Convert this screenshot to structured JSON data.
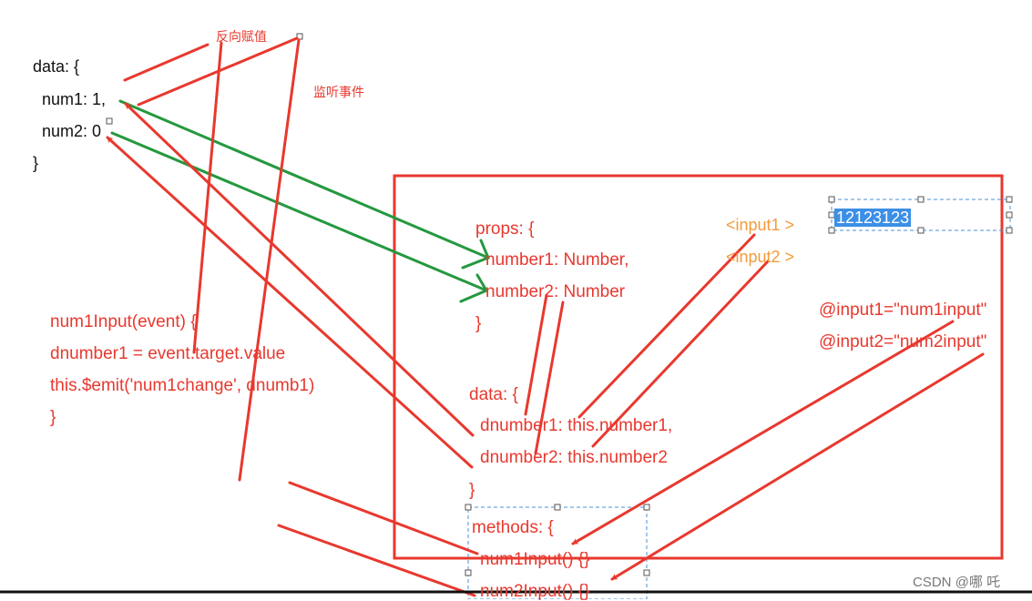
{
  "parent": {
    "lines": [
      "data: {",
      "num1: 1,",
      "num2: 0",
      "}"
    ]
  },
  "annotations": {
    "reverse_assign": "反向赋值",
    "listen_event": "监听事件"
  },
  "handler": {
    "lines": [
      "num1Input(event) {",
      "dnumber1 = event.target.value",
      "this.$emit('num1change', dnumb1)",
      "}"
    ]
  },
  "child": {
    "props": [
      "props: {",
      "number1: Number,",
      "number2: Number",
      "}"
    ],
    "data": [
      "data: {",
      "dnumber1: this.number1,",
      "dnumber2: this.number2",
      "}"
    ],
    "methods": [
      "methods: {",
      "num1Input() {}",
      "num2Input() {}"
    ],
    "inputs": [
      "<input1 >",
      "<input2 >"
    ],
    "input_value": "12123123",
    "events": [
      "@input1=\"num1input\"",
      "@input2=\"num2input\""
    ]
  },
  "watermark": "CSDN @哪 吒",
  "colors": {
    "red": "#e8382e",
    "green": "#25983f",
    "orange": "#f39a3c",
    "selection": "#3b8fe6",
    "handle": "#4a90d9"
  }
}
